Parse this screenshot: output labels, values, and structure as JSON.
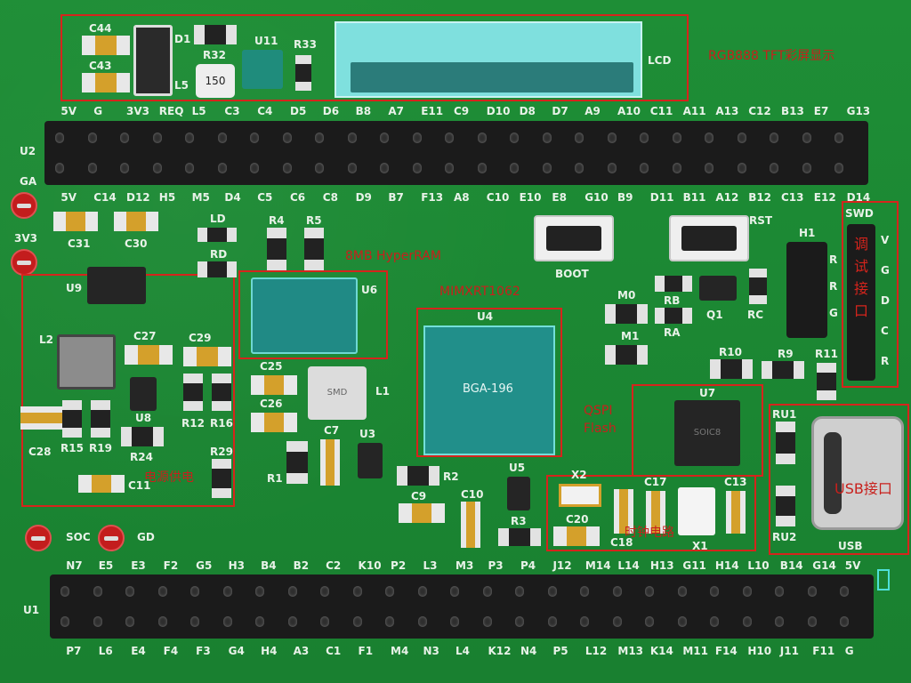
{
  "labels": {
    "rgb888": "RGB888 TFT彩屏显示",
    "lcd": "LCD",
    "hyperram": "8MB HyperRAM",
    "mimxrt": "MIMXRT1062",
    "u4": "U4",
    "bga": "BGA-196",
    "qspi": "QSPI\nFlash",
    "swd": "SWD",
    "swd_cn": "调\n试\n接\n口",
    "usb_cn": "USB接口",
    "usb": "USB",
    "power_cn": "电源供电",
    "clock_cn": "时钟电路",
    "boot": "BOOT",
    "rst": "RST",
    "u2": "U2",
    "u1": "U1",
    "ga": "GA",
    "v33": "3V3",
    "soc": "SOC",
    "gd": "GD",
    "u6": "U6",
    "u7": "U7",
    "soic8": "SOIC8",
    "u9": "U9",
    "u8": "U8",
    "u3": "U3",
    "u5": "U5",
    "u11": "U11",
    "l1": "L1",
    "l2": "L2",
    "l5": "L5",
    "d1": "D1",
    "ld": "LD",
    "rd": "RD",
    "r32": "R32",
    "r33": "R33",
    "ind150": "150",
    "smd": "SMD",
    "x1": "X1",
    "x2": "X2",
    "h1": "H1",
    "m0": "M0",
    "m1": "M1",
    "rb": "RB",
    "ra": "RA",
    "q1": "Q1",
    "rc": "RC",
    "r10": "R10",
    "r9": "R9",
    "r11": "R11",
    "ru1": "RU1",
    "ru2": "RU2",
    "r4": "R4",
    "r5": "R5",
    "r1": "R1",
    "r2": "R2",
    "r3": "R3",
    "r12": "R12",
    "r16": "R16",
    "r15": "R15",
    "r19": "R19",
    "r24": "R24",
    "r29": "R29",
    "c44": "C44",
    "c43": "C43",
    "c31": "C31",
    "c30": "C30",
    "c27": "C27",
    "c29": "C29",
    "c28": "C28",
    "c11": "C11",
    "c25": "C25",
    "c26": "C26",
    "c7": "C7",
    "c9": "C9",
    "c10": "C10",
    "c17": "C17",
    "c13": "C13",
    "c18": "C18",
    "c20": "C20",
    "swd_pins": [
      "V",
      "G",
      "D",
      "C",
      "R"
    ],
    "h1_pins": [
      "R",
      "R",
      "G"
    ]
  },
  "top_row_labels": [
    "5V",
    "G",
    "3V3",
    "REQ",
    "L5",
    "C3",
    "C4",
    "D5",
    "D6",
    "B8",
    "A7",
    "E11",
    "C9",
    "D10",
    "D8",
    "D7",
    "A9",
    "A10",
    "C11",
    "A11",
    "A13",
    "C12",
    "B13",
    "E7",
    "G13"
  ],
  "u2_bottom_labels": [
    "5V",
    "C14",
    "D12",
    "H5",
    "M5",
    "D4",
    "C5",
    "C6",
    "C8",
    "D9",
    "B7",
    "F13",
    "A8",
    "C10",
    "E10",
    "E8",
    "G10",
    "B9",
    "D11",
    "B11",
    "A12",
    "B12",
    "C13",
    "E12",
    "D14"
  ],
  "u1_top_labels": [
    "N7",
    "E5",
    "E3",
    "F2",
    "G5",
    "H3",
    "B4",
    "B2",
    "C2",
    "K10",
    "P2",
    "L3",
    "M3",
    "P3",
    "P4",
    "J12",
    "M14",
    "L14",
    "H13",
    "G11",
    "H14",
    "L10",
    "B14",
    "G14",
    "5V"
  ],
  "u1_bottom_labels": [
    "P7",
    "L6",
    "E4",
    "F4",
    "F3",
    "G4",
    "H4",
    "A3",
    "C1",
    "F1",
    "M4",
    "N3",
    "L4",
    "K12",
    "N4",
    "P5",
    "L12",
    "M13",
    "K14",
    "M11",
    "F14",
    "H10",
    "J11",
    "F11",
    "G"
  ],
  "colors": {
    "pcb": "#1d8a34",
    "silk": "#e8f2e8",
    "annotation": "#d6241c"
  }
}
